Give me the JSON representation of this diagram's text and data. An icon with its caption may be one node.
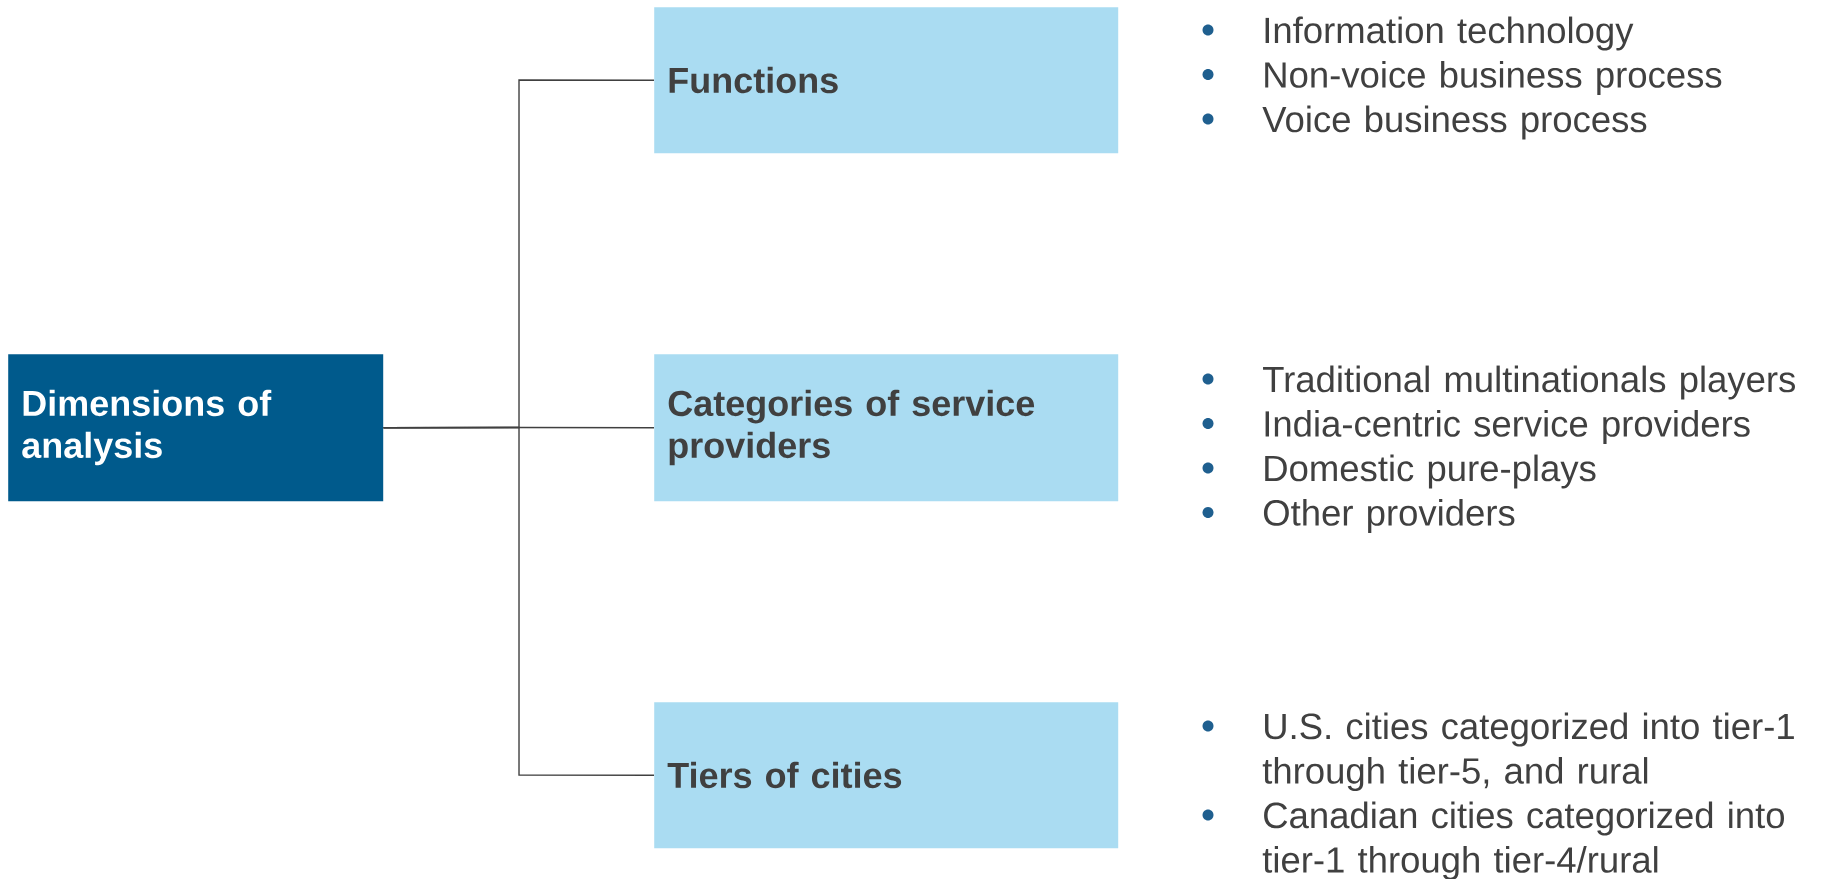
{
  "diagram": {
    "nodes": [
      {
        "text": [
          "Dimensions of analysis"
        ]
      },
      {
        "text": [
          "Functions"
        ],
        "beside": [
          "Information technology",
          "Non-voice business process",
          "Voice business process"
        ]
      },
      {
        "text": [
          "Categories of service providers"
        ],
        "beside": [
          "Traditional multinationals players",
          "India-centric service providers",
          "Domestic pure-plays",
          "Other providers"
        ]
      },
      {
        "text": [
          "Tiers of cities"
        ],
        "beside": [
          "U.S. cities categorized into tier-1 through tier-5, and rural",
          "Canadian cities categorized into tier-1 through tier-4/rural"
        ]
      }
    ],
    "edges": [
      {
        "from": 0,
        "to": 1,
        "arrow": "none"
      },
      {
        "from": 0,
        "to": 2,
        "arrow": "none"
      },
      {
        "from": 0,
        "to": 3,
        "arrow": "none"
      }
    ]
  }
}
